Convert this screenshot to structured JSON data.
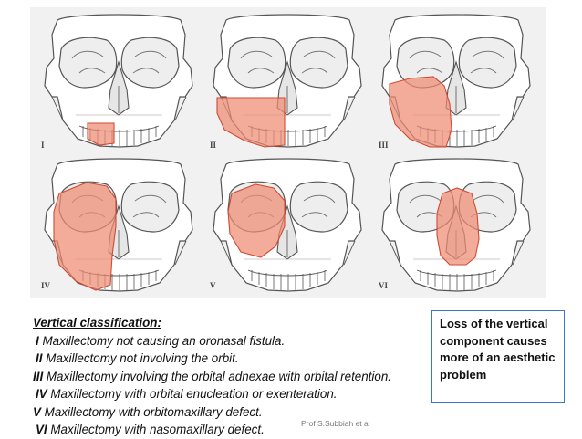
{
  "figure": {
    "panels": [
      {
        "label": "I"
      },
      {
        "label": "II"
      },
      {
        "label": "III"
      },
      {
        "label": "IV"
      },
      {
        "label": "V"
      },
      {
        "label": "VI"
      }
    ],
    "colors": {
      "background": "#f1f1f1",
      "bone_line": "#555555",
      "defect_fill": "#f08c73",
      "defect_stroke": "#cf4b34"
    }
  },
  "caption": {
    "heading": "Vertical classification:",
    "items": [
      {
        "numeral": "I",
        "text": "Maxillectomy not causing an oronasal fistula."
      },
      {
        "numeral": "II",
        "text": "Maxillectomy not involving the orbit."
      },
      {
        "numeral": "III",
        "text": "Maxillectomy involving the orbital adnexae with orbital retention."
      },
      {
        "numeral": "IV",
        "text": "Maxillectomy with orbital enucleation or exenteration."
      },
      {
        "numeral": "V",
        "text": "Maxillectomy with orbitomaxillary defect."
      },
      {
        "numeral": "VI",
        "text": "Maxillectomy with nasomaxillary defect."
      }
    ]
  },
  "callout": {
    "text": "Loss of the vertical component causes more of an aesthetic problem"
  },
  "credit": "Prof S.Subbiah et al"
}
